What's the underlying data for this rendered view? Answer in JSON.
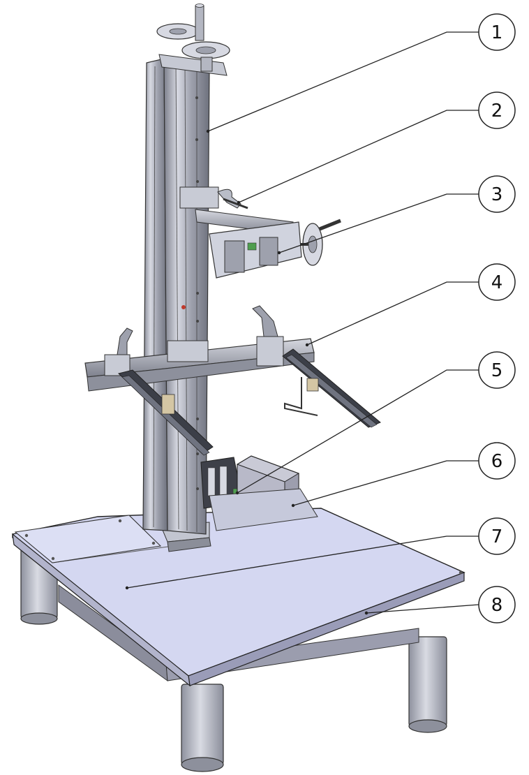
{
  "callouts": [
    {
      "label": "1"
    },
    {
      "label": "2"
    },
    {
      "label": "3"
    },
    {
      "label": "4"
    },
    {
      "label": "5"
    },
    {
      "label": "6"
    },
    {
      "label": "7"
    },
    {
      "label": "8"
    }
  ],
  "colors": {
    "plate_top": "#d4d7f1",
    "plate_side": "#9a9cb8",
    "metal": "#b9bdc8",
    "metal_dark": "#6f7380",
    "leg": "#b8bbc7",
    "box": "#c9cad6",
    "outline": "#222222"
  }
}
